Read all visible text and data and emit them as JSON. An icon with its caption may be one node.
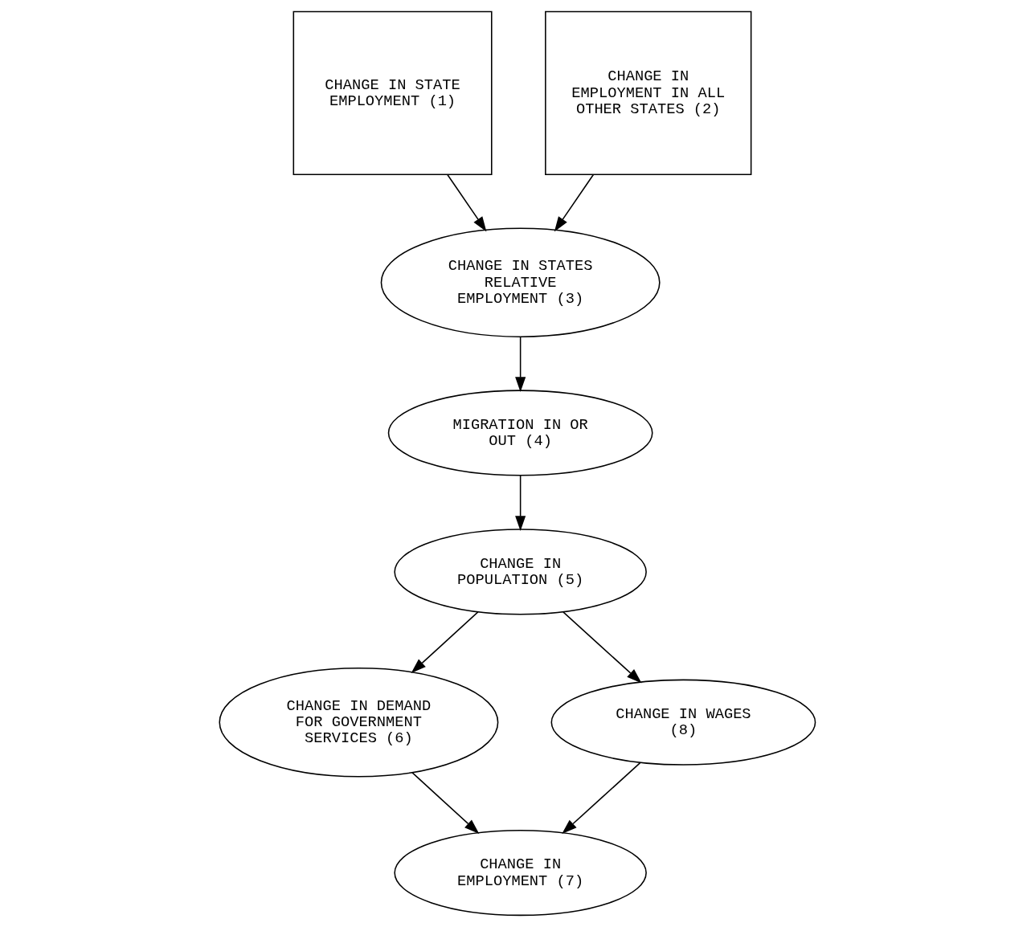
{
  "diagram": {
    "nodes": [
      {
        "text": [
          "CHANGE IN STATE EMPLOYMENT (1)"
        ]
      },
      {
        "text": [
          "CHANGE IN EMPLOYMENT IN ALL OTHER STATES (2)"
        ]
      },
      {
        "text": [
          "CHANGE IN STATES RELATIVE EMPLOYMENT (3)"
        ]
      },
      {
        "text": [
          "MIGRATION IN OR OUT (4)"
        ]
      },
      {
        "text": [
          "CHANGE IN POPULATION (5)"
        ]
      },
      {
        "text": [
          "CHANGE IN DEMAND FOR GOVERNMENT SERVICES (6)"
        ]
      },
      {
        "text": [
          "CHANGE IN EMPLOYMENT (7)"
        ]
      },
      {
        "text": [
          "CHANGE IN WAGES (8)"
        ]
      }
    ],
    "edges": [
      {
        "from": 0,
        "to": 2,
        "arrow": "to"
      },
      {
        "from": 1,
        "to": 2,
        "arrow": "to"
      },
      {
        "from": 2,
        "to": 3,
        "arrow": "to"
      },
      {
        "from": 3,
        "to": 4,
        "arrow": "to"
      },
      {
        "from": 4,
        "to": 5,
        "arrow": "to"
      },
      {
        "from": 4,
        "to": 7,
        "arrow": "to"
      },
      {
        "from": 5,
        "to": 6,
        "arrow": "to"
      },
      {
        "from": 7,
        "to": 6,
        "arrow": "to"
      }
    ]
  }
}
